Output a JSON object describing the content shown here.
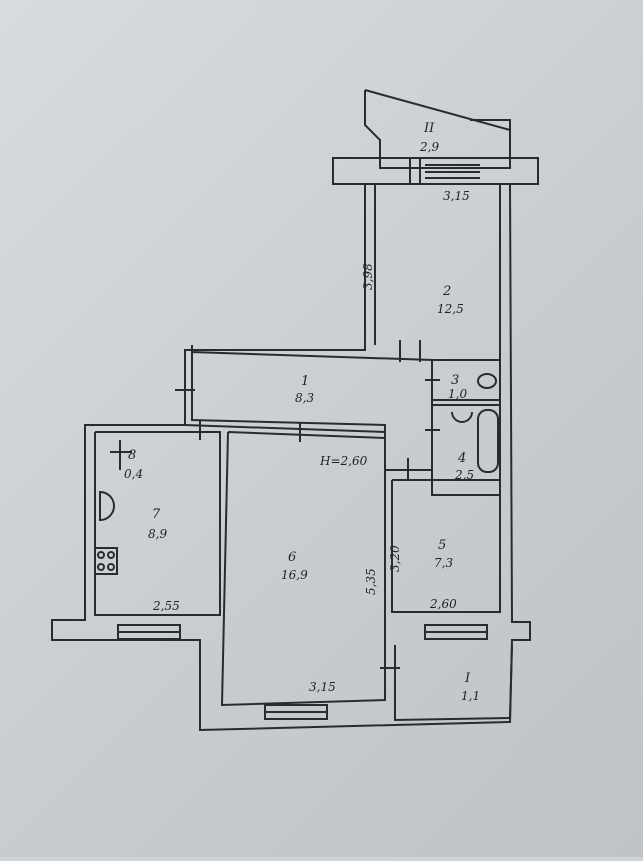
{
  "rooms": [
    {
      "id": "II",
      "number": "II",
      "area": "2,9"
    },
    {
      "id": "2",
      "number": "2",
      "area": "12,5"
    },
    {
      "id": "1",
      "number": "1",
      "area": "8,3"
    },
    {
      "id": "3",
      "number": "3",
      "area": "1,0"
    },
    {
      "id": "4",
      "number": "4",
      "area": "2,5"
    },
    {
      "id": "5",
      "number": "5",
      "area": "7,3"
    },
    {
      "id": "6",
      "number": "6",
      "area": "16,9"
    },
    {
      "id": "7",
      "number": "7",
      "area": "8,9"
    },
    {
      "id": "8",
      "number": "8",
      "area": "0,4"
    },
    {
      "id": "I",
      "number": "I",
      "area": "1,1"
    }
  ],
  "dimensions": {
    "balcony_top_width": "3,15",
    "room2_length": "3,98",
    "ceiling_height": "H=2,60",
    "room5_length": "3,20",
    "room5_width": "2,60",
    "room6_length": "5,35",
    "room6_width": "3,15",
    "room7_width": "2,55"
  },
  "colors": {
    "paper": "#d2d5d8",
    "line": "#2b2b2b",
    "text": "#222222"
  }
}
